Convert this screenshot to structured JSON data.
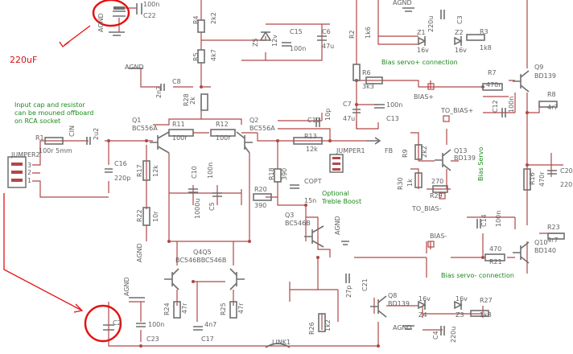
{
  "annotations": {
    "cap_value_note": "220uF",
    "input_note_1": "Input cap and resistor",
    "input_note_2": "can be mouned offboard",
    "input_note_3": "on RCA socket",
    "optional_1": "Optional",
    "optional_2": "Treble Boost",
    "bias_servo_plus_conn": "Bias servo+ connection",
    "bias_servo_minus_conn": "Bias servo- connection",
    "bias_servo_vertical": "Bias Servo"
  },
  "nets": {
    "agnd": "AGND",
    "fb": "FB",
    "bias_plus": "BIAS+",
    "bias_minus": "BIAS-",
    "to_bias_plus": "TO_BIAS+",
    "to_bias_minus": "TO_BIAS-",
    "cin": "CIN"
  },
  "components": {
    "C22": "C22",
    "C22_val": "100n",
    "R4": "R4",
    "R4_val": "2k2",
    "R5": "R5",
    "R5_val": "4k7",
    "C8": "C8",
    "C8_val": "2n2",
    "R28": "R28",
    "R28_val": "2k",
    "Z5": "Z5",
    "Z5_val": "12v",
    "C15": "C15",
    "C15_val": "100n",
    "C6": "C6",
    "C6_val": "47u",
    "R2": "R2",
    "R2_val": "1k6",
    "R6": "R6",
    "R6_val": "3k3",
    "C7": "C7",
    "C7_val": "47u",
    "C13": "C13",
    "C13_val": "100n",
    "Z1": "Z1",
    "Z1_val": "16v",
    "Z2": "Z2",
    "Z2_val": "16v",
    "C3_val": "220u",
    "C3": "C3",
    "R3": "R3",
    "R3_val": "1k8",
    "R7": "R7",
    "R7_val": "470r",
    "Q9": "Q9",
    "Q9_val": "BD139",
    "C12": "C12",
    "C12_val": "100n",
    "R8": "R8",
    "R8_val": "4r7",
    "R1": "R1",
    "R1_val": "100r 5mm",
    "CIN_val": "2u2",
    "C16": "C16",
    "C16_val": "220p",
    "JUMPER2": "JUMPER2",
    "Q1": "Q1",
    "Q1_val": "BC556A",
    "R11": "R11",
    "R11_val": "100r",
    "R12": "R12",
    "R12_val": "100r",
    "Q2": "Q2",
    "Q2_val": "BC556A",
    "C19": "C19",
    "C19_val": "10p",
    "R13": "R13",
    "R13_val": "12k",
    "JUMPER1": "JUMPER1",
    "R17": "R17",
    "R17_val": "12k",
    "C10": "C10",
    "C10_val": "100n",
    "C5": "C5",
    "C5_val": "1000u",
    "R20": "R20",
    "R20_val": "390",
    "R18": "R18",
    "R18_val": "390",
    "COPT": "COPT",
    "COPT_val": "15n",
    "R22": "R22",
    "R22_val": "10r",
    "R9": "R9",
    "R9_val": "2k2",
    "Q13": "Q13",
    "Q13_val": "BD139",
    "R30": "R30",
    "R30_val": "1k",
    "R29": "R29",
    "R29_val": "270",
    "R16": "R16",
    "R16_val": "470r",
    "C20": "C20",
    "C20_val": "220",
    "Q3": "Q3",
    "Q3_val": "BC546B",
    "Q4Q5": "Q4Q5",
    "Q4Q5_val": "BC546BBC546B",
    "C14": "C14",
    "C14_val": "100n",
    "R23": "R23",
    "R23_val": "4r7",
    "Q10": "Q10",
    "Q10_val": "BD140",
    "R21": "R21",
    "R21_val": "470",
    "C21": "C21",
    "C21_val": "27p",
    "Q8": "Q8",
    "Q8_val": "BD139",
    "R26": "R26",
    "R26_val": "1k2",
    "R24": "R24",
    "R24_val": "47r",
    "R25": "R25",
    "R25_val": "47r",
    "C17": "C17",
    "C17_val": "4n7",
    "C2": "C2",
    "C23": "C23",
    "C23_val": "100n",
    "Z4": "Z4",
    "Z4_val": "16v",
    "Z3": "Z3",
    "Z3_val": "16v",
    "C4": "C4",
    "C4_val": "220u",
    "R27": "R27",
    "R27_val": "1k8",
    "LINK1": "LINK1"
  },
  "pins": [
    "3",
    "2",
    "1"
  ]
}
